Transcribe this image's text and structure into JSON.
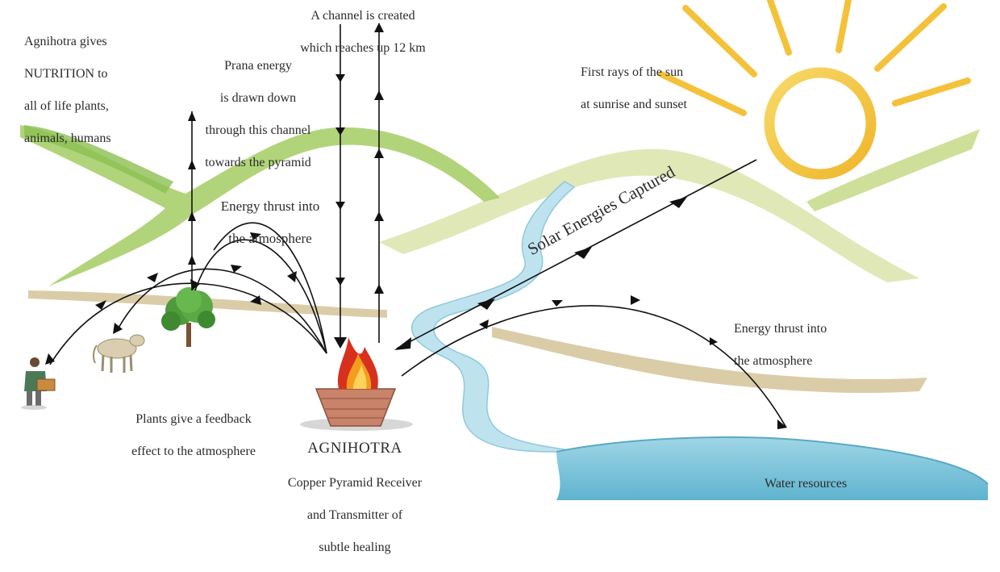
{
  "labels": {
    "nutrition": [
      "Agnihotra gives",
      "NUTRITION to",
      "all of life plants,",
      "animals, humans"
    ],
    "channel": [
      "A channel is created",
      "which reaches up 12 km"
    ],
    "prana": [
      "Prana energy",
      "is drawn down",
      "through this channel",
      "towards the pyramid"
    ],
    "first_rays": [
      "First rays of the sun",
      "at sunrise and sunset"
    ],
    "thrust_left": [
      "Energy thrust into",
      "the atmosphere"
    ],
    "thrust_right": [
      "Energy thrust into",
      "the atmosphere"
    ],
    "solar": "Solar Energies Captured",
    "feedback": [
      "Plants give a feedback",
      "effect to the atmosphere"
    ],
    "agnihotra_title": "AGNIHOTRA",
    "agnihotra_desc": [
      "Copper Pyramid Receiver",
      "and Transmitter of",
      "subtle healing"
    ],
    "water": "Water resources"
  },
  "icons": {
    "sun": "sun-icon",
    "fire": "fire-pyramid-icon",
    "tree": "tree-icon",
    "cow": "cow-icon",
    "person": "person-icon"
  },
  "colors": {
    "sun_yellow": "#f5c43a",
    "hill_green": "#9cc55a",
    "hill_pale": "#d9e3a6",
    "earth_band": "#d8c9a4",
    "water_blue": "#7fc6dd",
    "river_blue": "#bfe3ee",
    "arrow": "#111111",
    "flame_red": "#d7301f",
    "flame_orange": "#f39c1e",
    "copper": "#c9836a"
  }
}
